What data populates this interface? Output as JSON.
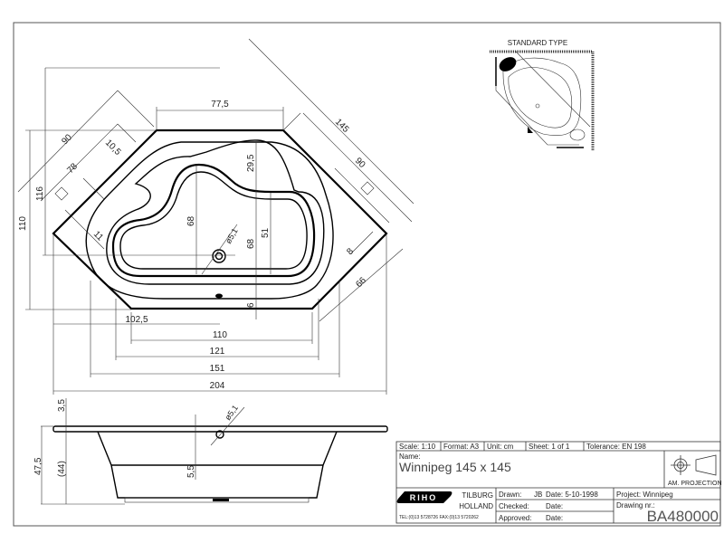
{
  "top_view": {
    "dims": {
      "top_width": "77,5",
      "diag_total": "145",
      "diag_right": "90",
      "diag_left": "90",
      "left_78": "78",
      "left_10_5": "10,5",
      "left_11": "11",
      "height_116": "116",
      "height_110": "110",
      "seat_29_5": "29,5",
      "basin_68_left": "68",
      "basin_68_right": "68",
      "basin_51": "51",
      "drain_dia": "ø5,1",
      "rim_6": "6",
      "right_8": "8",
      "right_66": "66",
      "bottom_102_5": "102,5",
      "bottom_110": "110",
      "bottom_121": "121",
      "bottom_151": "151",
      "bottom_204": "204"
    }
  },
  "side_view": {
    "dims": {
      "rim_3_5": "3,5",
      "height_47_5": "47,5",
      "height_44": "(44)",
      "overflow_5_5": "5,5",
      "overflow_dia": "ø5,1"
    }
  },
  "standard_type": {
    "label": "STANDARD TYPE"
  },
  "title_block": {
    "scale": "Scale: 1:10",
    "format": "Format: A3",
    "unit": "Unit:  cm",
    "sheet": "Sheet:  1  of  1",
    "tolerance": "Tolerance:  EN  198",
    "name_label": "Name:",
    "name_value": "Winnipeg  145  x  145",
    "projection": "AM. PROJECTION",
    "logo": "RIHO",
    "city": "TILBURG",
    "country": "HOLLAND",
    "contact": "TEL:(0)13 5728726  FAX:(0)13 5720262",
    "drawn": "Drawn:",
    "drawn_by": "JB",
    "drawn_date": "Date:  5-10-1998",
    "checked": "Checked:",
    "checked_date": "Date:",
    "approved": "Approved:",
    "approved_date": "Date:",
    "project": "Project:  Winnipeg",
    "drawing_nr_label": "Drawing  nr.:",
    "drawing_nr": "BA480000"
  }
}
